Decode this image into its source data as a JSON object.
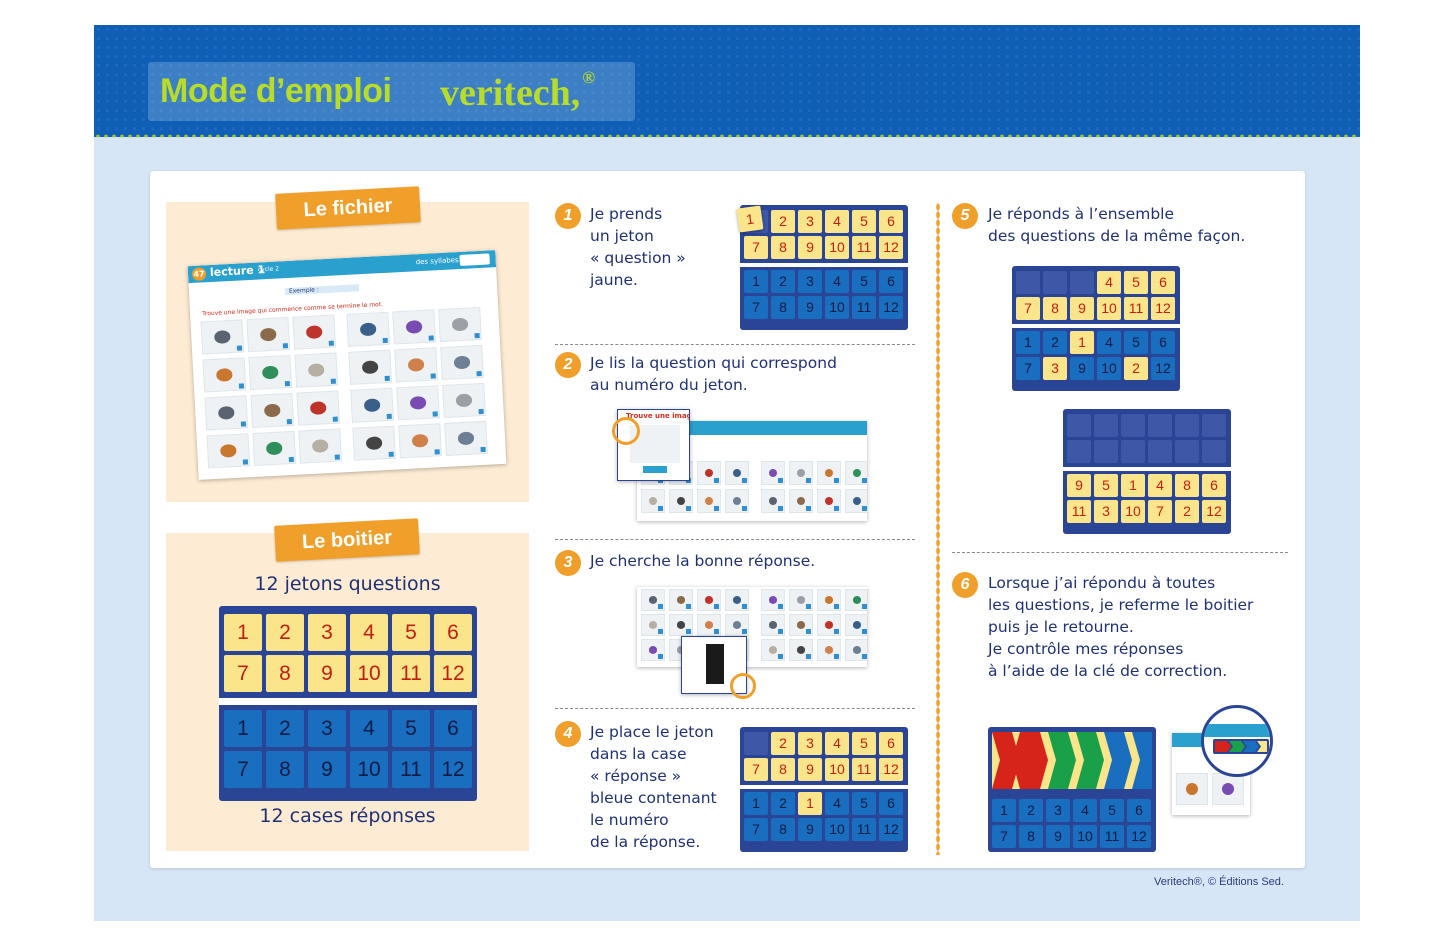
{
  "title": {
    "main": "Mode d’emploi",
    "brand": "veritech,",
    "brand_mark": "®"
  },
  "credit": "Veritech®, © Éditions Sed.",
  "colors": {
    "banner": "#0f5fb6",
    "panel": "#fdebd3",
    "tag": "#f0a02a",
    "token_yellow": "#fbe58a",
    "answer_blue": "#1a6ec0",
    "box_frame": "#2a4596",
    "number_red": "#c41d12",
    "text_navy": "#1f3175"
  },
  "fichier": {
    "tag": "Le fichier",
    "sheet": {
      "number": "47",
      "title": "lecture 1",
      "level": "cycle 2",
      "topic": "des syllabes",
      "example": "Exemple :",
      "instruction": "Trouve une image qui commence comme se termine le mot."
    }
  },
  "boitier": {
    "tag": "Le boitier",
    "top_caption": "12 jetons questions",
    "bottom_caption": "12 cases réponses"
  },
  "numbers": [
    "1",
    "2",
    "3",
    "4",
    "5",
    "6",
    "7",
    "8",
    "9",
    "10",
    "11",
    "12"
  ],
  "steps": [
    {
      "num": "1",
      "lines": [
        "Je prends",
        "un jeton",
        "« question »",
        "jaune."
      ]
    },
    {
      "num": "2",
      "lines": [
        "Je lis la question qui correspond",
        "au numéro du jeton."
      ],
      "mini_title": "Trouve une image"
    },
    {
      "num": "3",
      "lines": [
        "Je cherche la bonne réponse."
      ]
    },
    {
      "num": "4",
      "lines": [
        "Je place le jeton",
        "dans la case",
        "« réponse »",
        "bleue contenant",
        "le numéro",
        "de la réponse."
      ]
    },
    {
      "num": "5",
      "lines": [
        "Je réponds à l’ensemble",
        "des questions de la même façon."
      ]
    },
    {
      "num": "6",
      "lines": [
        "Lorsque j’ai répondu à toutes",
        "les questions, je referme le boitier",
        "puis je le retourne.",
        "Je contrôle mes réponses",
        "à l’aide de la clé de correction."
      ]
    }
  ],
  "step5_final_row1": [
    "9",
    "5",
    "1",
    "4",
    "8",
    "6"
  ],
  "step5_final_row2": [
    "11",
    "3",
    "10",
    "7",
    "2",
    "12"
  ],
  "step5_placed_row1": [
    "1",
    "2",
    "1",
    "4",
    "5",
    "6"
  ],
  "step5_placed_row2": [
    "7",
    "3",
    "9",
    "10",
    "2",
    "12"
  ]
}
